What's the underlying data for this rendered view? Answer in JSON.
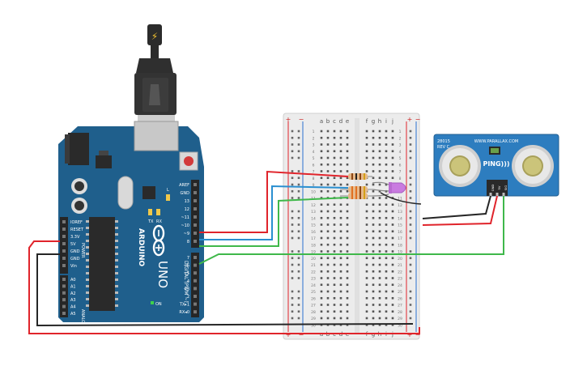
{
  "arduino": {
    "brand": "ARDUINO",
    "model": "UNO",
    "digital_label": "DIGITAL (PWM ~)",
    "analog_label": "ANALOG IN",
    "power_label": "POWER",
    "l_label": "L",
    "tx_label": "TX",
    "rx_label": "RX",
    "on_label": "ON",
    "power_pins": [
      "IOREF",
      "RESET",
      "3.3V",
      "5V",
      "GND",
      "GND",
      "Vin"
    ],
    "analog_pins": [
      "A0",
      "A1",
      "A2",
      "A3",
      "A4",
      "A5"
    ],
    "digital_pins_top": [
      "AREF",
      "GND",
      "13",
      "12",
      "~11",
      "~10",
      "~9",
      "8"
    ],
    "digital_pins_bottom": [
      "7",
      "~6",
      "~5",
      "4",
      "~3",
      "2",
      "TX▸1",
      "RX◂0"
    ]
  },
  "breadboard": {
    "cols_left": [
      "a",
      "b",
      "c",
      "d",
      "e"
    ],
    "cols_right": [
      "f",
      "g",
      "h",
      "i",
      "j"
    ],
    "row_count": 30,
    "plus": "+",
    "minus": "−"
  },
  "sensor": {
    "title": "PING)))",
    "brand": "WWW.PARALLAX.COM",
    "part": "28015",
    "rev": "REV C",
    "pins": [
      "GND",
      "5V",
      "SIG"
    ]
  },
  "colors": {
    "board": "#1f5f8c",
    "wire_red": "#e0242b",
    "wire_black": "#262626",
    "wire_blue": "#2a8fd0",
    "wire_green": "#3fb84a",
    "sensor_body": "#2d7dbf",
    "led": "#c97be0"
  }
}
